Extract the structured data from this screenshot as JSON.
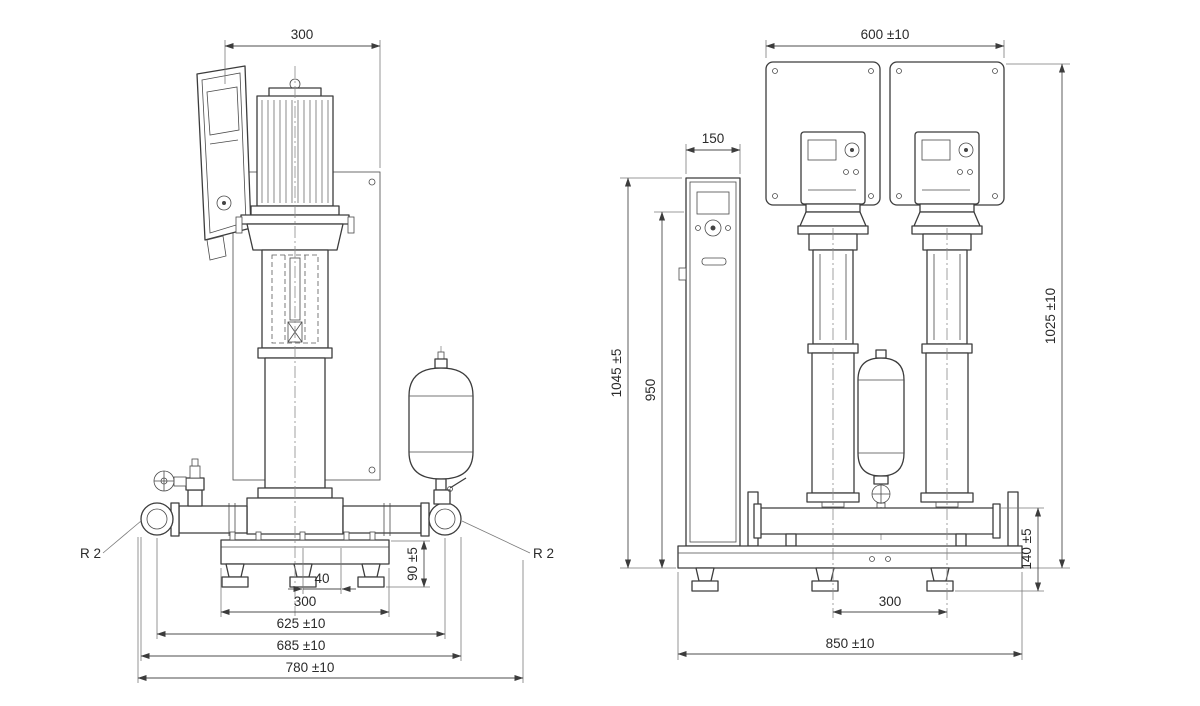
{
  "page": {
    "background": "#ffffff",
    "line_color": "#3c3c3c"
  },
  "views": {
    "side_view": {
      "dims": {
        "top_width": "300",
        "port_left": "R 2",
        "port_right": "R 2",
        "bolt_spacing": "40",
        "base_width": "300",
        "port_span": "625 ±10",
        "outer_span": "685 ±10",
        "overall_width": "780 ±10",
        "base_height": "90 ±5"
      }
    },
    "front_view": {
      "dims": {
        "cabinet_width": "150",
        "panel_span": "600 ±10",
        "overall_height": "1045 ±5",
        "pump_height": "950",
        "unit_height": "1025 ±10",
        "manifold_height": "140 ±5",
        "pump_spacing": "300",
        "base_width": "850 ±10"
      }
    }
  }
}
